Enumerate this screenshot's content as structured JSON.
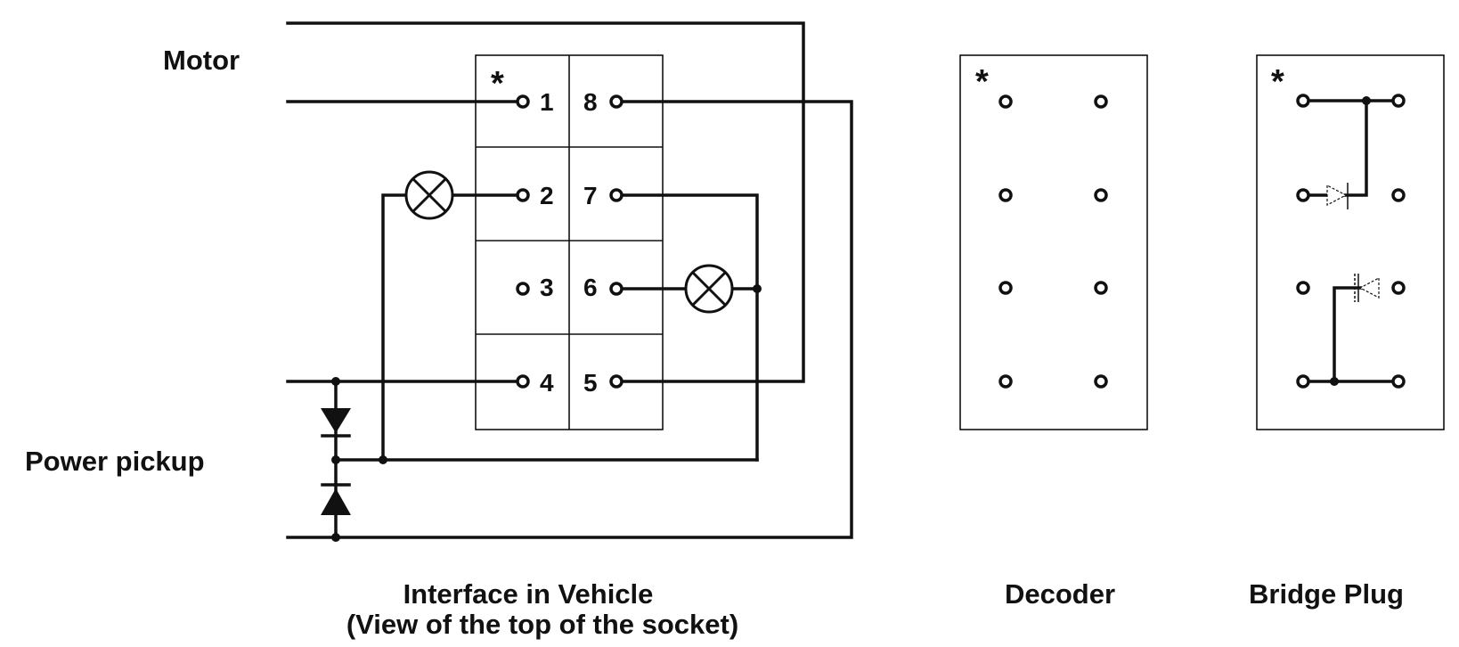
{
  "labels": {
    "motor": "Motor",
    "power_pickup": "Power pickup",
    "interface_title": "Interface in Vehicle",
    "interface_subtitle": "(View of the top of the socket)",
    "decoder_title": "Decoder",
    "bridge_title": "Bridge Plug",
    "star": "*"
  },
  "socket_pins": {
    "left": [
      "1",
      "2",
      "3",
      "4"
    ],
    "right": [
      "8",
      "7",
      "6",
      "5"
    ]
  },
  "colors": {
    "line": "#111111",
    "background": "#ffffff"
  }
}
